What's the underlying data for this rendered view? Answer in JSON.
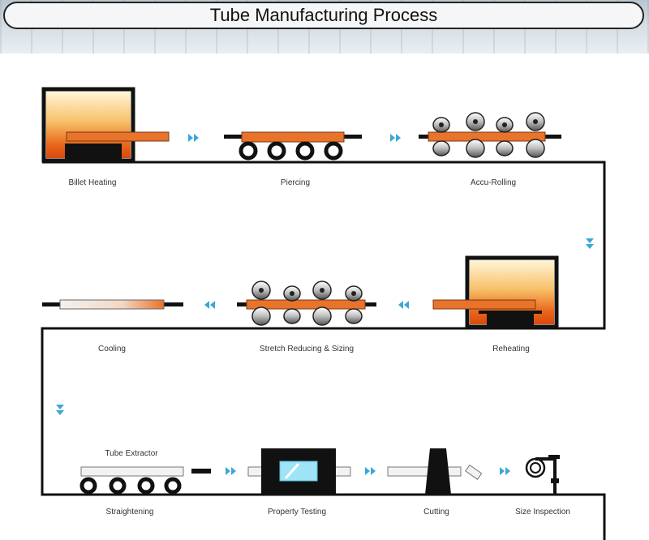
{
  "title": "Tube Manufacturing Process",
  "steps": {
    "billet_heating": "Billet Heating",
    "piercing": "Piercing",
    "accu_rolling": "Accu-Rolling",
    "reheating": "Reheating",
    "stretch_reducing_sizing": "Stretch Reducing & Sizing",
    "cooling": "Cooling",
    "straightening": "Straightening",
    "property_testing": "Property Testing",
    "cutting": "Cutting",
    "size_inspection": "Size Inspection",
    "tube_extractor": "Tube Extractor"
  },
  "colors": {
    "billet": "#e8732a",
    "furnace_glow": "#f6b26b",
    "arrow": "#3aa7d8",
    "frame": "#111111"
  }
}
